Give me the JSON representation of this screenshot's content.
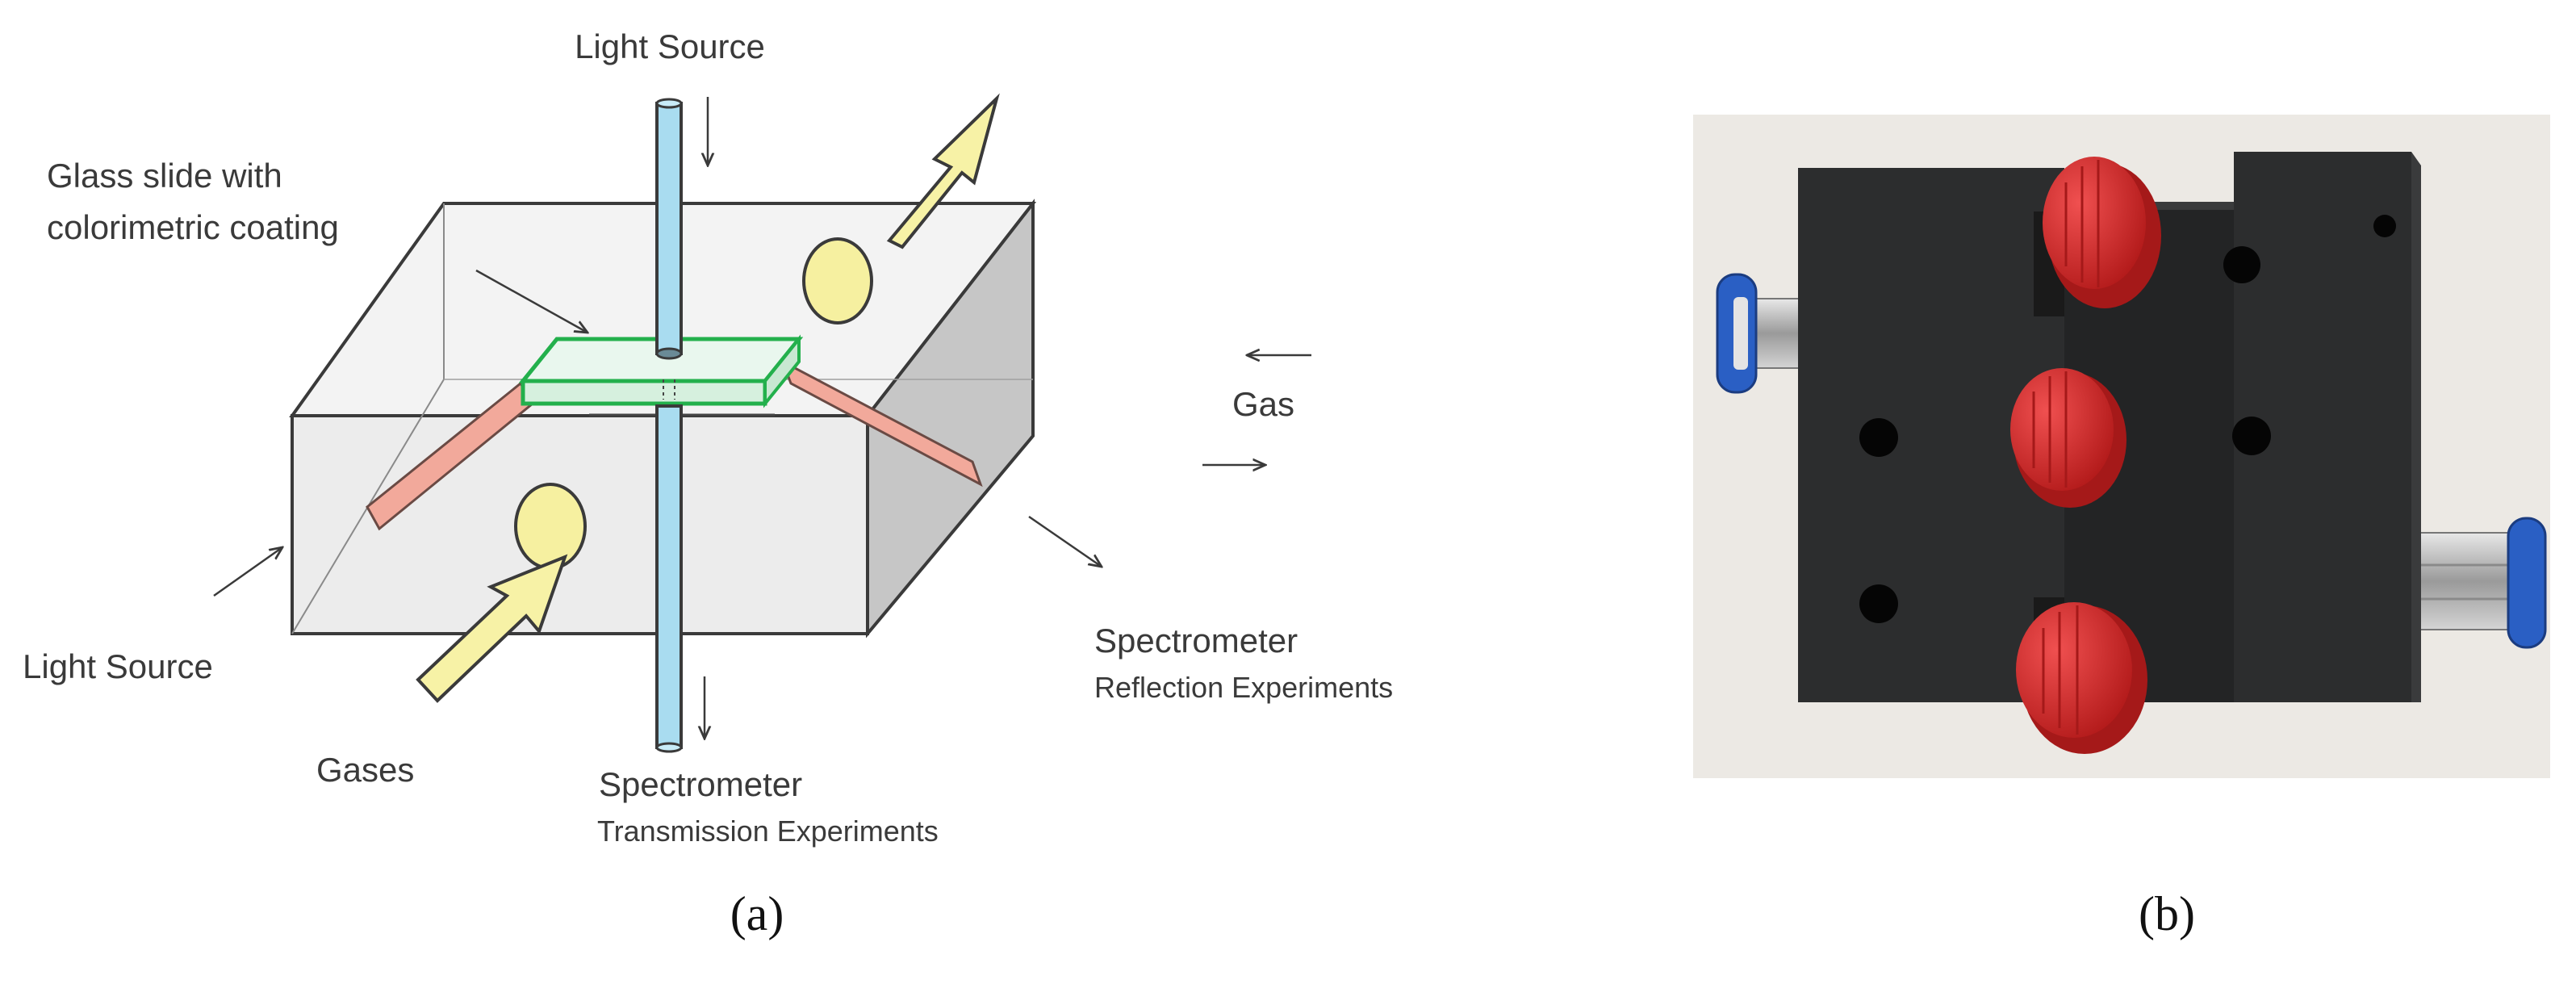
{
  "figure": {
    "panel_a": {
      "caption": "(a)",
      "labels": {
        "light_source_top": "Light Source",
        "glass_slide_line1": "Glass slide with",
        "glass_slide_line2": "colorimetric coating",
        "gas": "Gas",
        "light_source_left": "Light Source",
        "gases": "Gases",
        "spectrometer_transmission_title": "Spectrometer",
        "spectrometer_transmission_sub": "Transmission Experiments",
        "spectrometer_reflection_title": "Spectrometer",
        "spectrometer_reflection_sub": "Reflection Experiments"
      },
      "colors": {
        "fiber": "#a9dcf0",
        "slide_outline": "#23b04c",
        "slide_fill": "#e9f7ee",
        "reflection_fiber": "#f2a99b",
        "gas_arrow": "#f7f2a6",
        "gas_port": "#f6f0a0",
        "box_shade": "#c9c9c9"
      }
    },
    "panel_b": {
      "caption": "(b)",
      "colors": {
        "block": "#2a2b2c",
        "cap": "#d52a2a",
        "fitting_ring": "#2a5fc4",
        "metal": "#b7b7b7",
        "background": "#ece9e4"
      }
    }
  }
}
